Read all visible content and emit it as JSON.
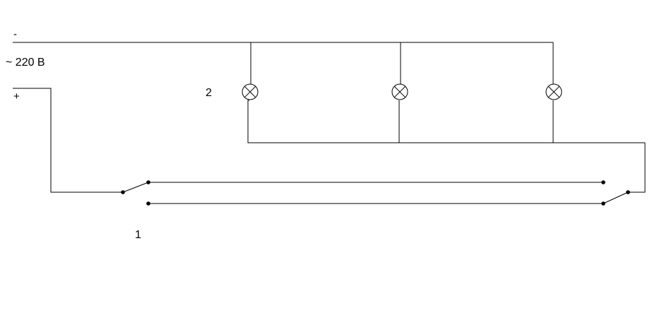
{
  "labels": {
    "minus": "-",
    "voltage": "~ 220 В",
    "plus": "+",
    "lamp_number": "2",
    "switch_number": "1"
  },
  "colors": {
    "wire": "#000000",
    "background": "#ffffff"
  },
  "lamps": [
    {
      "name": "lamp-1",
      "icon": "lamp-icon"
    },
    {
      "name": "lamp-2",
      "icon": "lamp-icon"
    },
    {
      "name": "lamp-3",
      "icon": "lamp-icon"
    }
  ]
}
